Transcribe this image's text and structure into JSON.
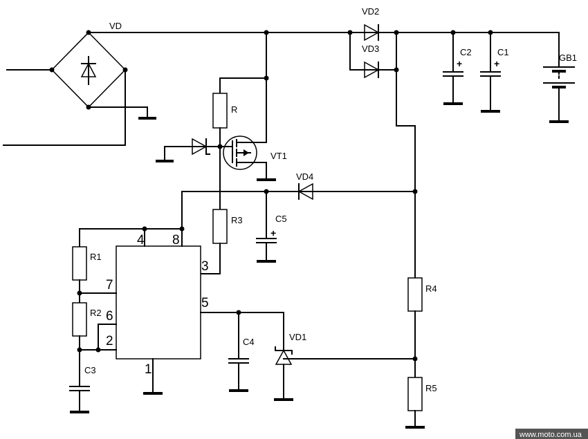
{
  "labels": {
    "vd": "VD",
    "vd2": "VD2",
    "vd3": "VD3",
    "vd4": "VD4",
    "vd1": "VD1",
    "vt1": "VT1",
    "r": "R",
    "r1": "R1",
    "r2": "R2",
    "r3": "R3",
    "r4": "R4",
    "r5": "R5",
    "c1": "C1",
    "c2": "C2",
    "c3": "C3",
    "c4": "C4",
    "c5": "C5",
    "gb1": "GB1"
  },
  "pins": {
    "p1": "1",
    "p2": "2",
    "p3": "3",
    "p4": "4",
    "p5": "5",
    "p6": "6",
    "p7": "7",
    "p8": "8"
  },
  "polarity": {
    "plus": "+"
  },
  "watermark": "www.moto.com.ua"
}
